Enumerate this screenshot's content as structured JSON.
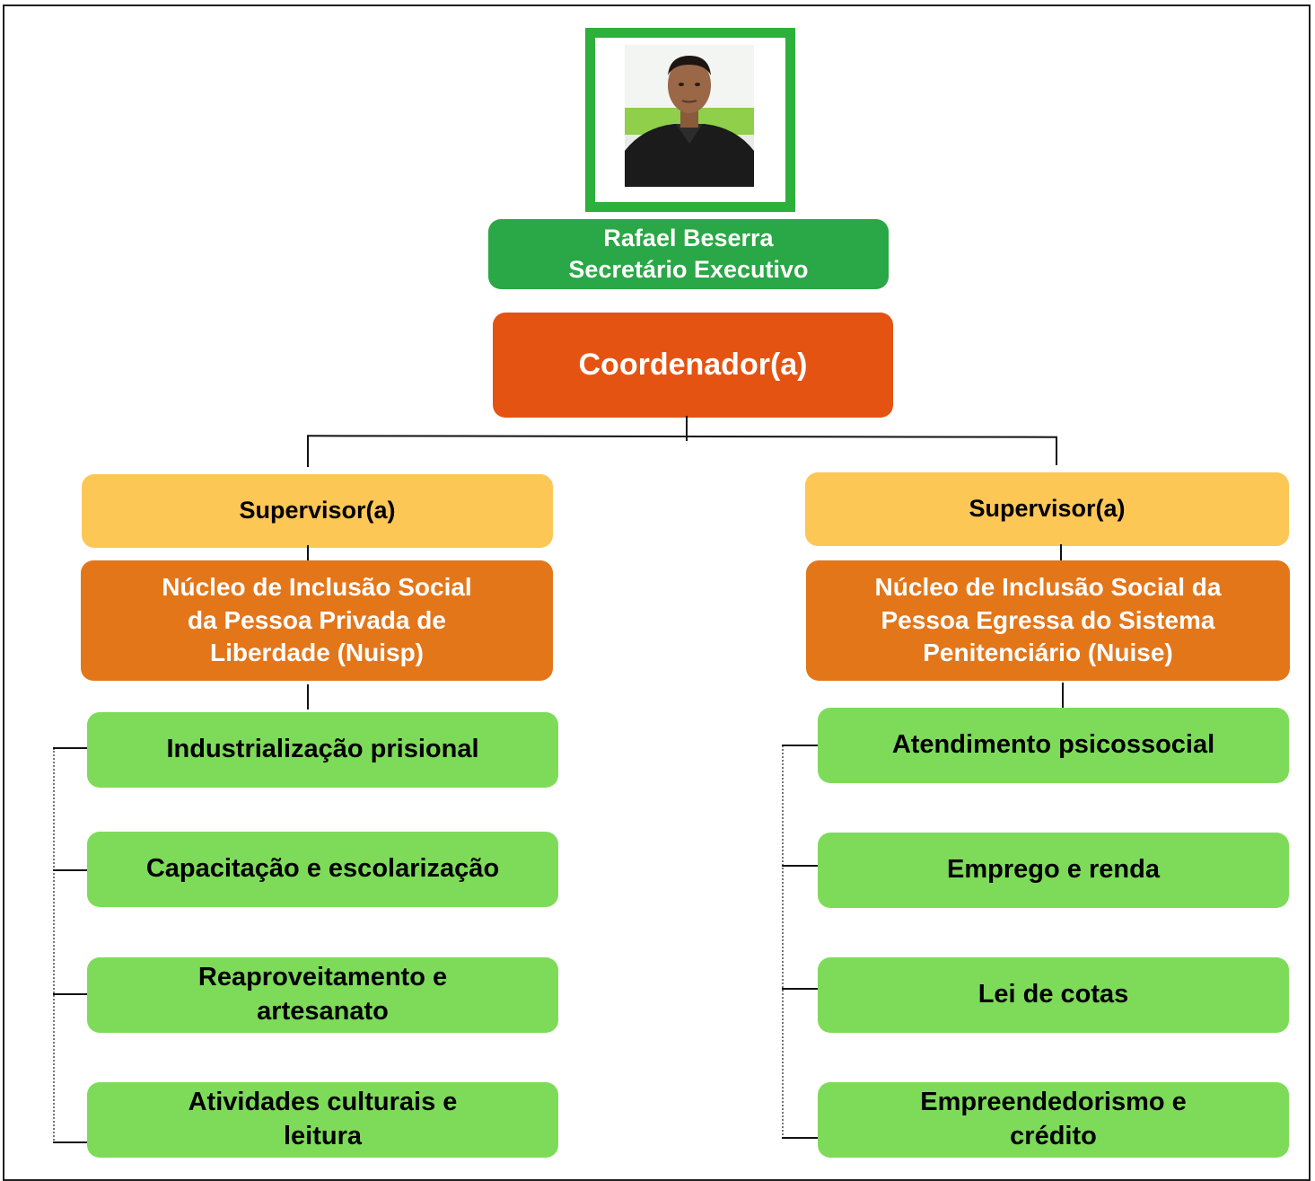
{
  "head": {
    "name": "Rafael Beserra\nSecretário Executivo"
  },
  "coordinator": {
    "label": "Coordenador(a)"
  },
  "left": {
    "supervisor": "Supervisor(a)",
    "nucleus": "Núcleo de Inclusão Social\nda Pessoa Privada de\nLiberdade (Nuisp)",
    "activities": [
      "Industrialização prisional",
      "Capacitação e escolarização",
      "Reaproveitamento e\nartesanato",
      "Atividades culturais e\nleitura"
    ]
  },
  "right": {
    "supervisor": "Supervisor(a)",
    "nucleus": "Núcleo de Inclusão Social da\nPessoa Egressa do Sistema\nPenitenciário (Nuise)",
    "activities": [
      "Atendimento psicossocial",
      "Emprego e renda",
      "Lei de cotas",
      "Empreendedorismo e\ncrédito"
    ]
  },
  "colors": {
    "photo_border": "#2eb03c",
    "name_box": "#2aa746",
    "coordinator_box": "#e55312",
    "supervisor_box": "#fdc756",
    "nucleus_box": "#e4761a",
    "activity_box": "#7edb5a"
  }
}
